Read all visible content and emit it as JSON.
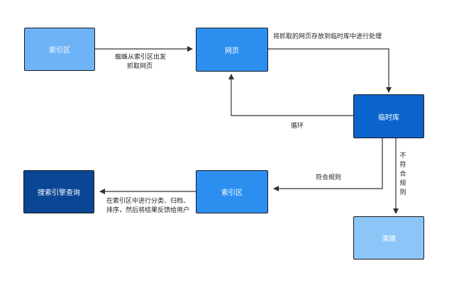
{
  "colors": {
    "light_blue": "#6fb3f7",
    "mid_blue": "#2c8ff0",
    "dark_blue": "#0b63cc",
    "navy": "#0a4694",
    "pale_blue": "#8cc6f9",
    "border": "#1a1a1a",
    "arrow": "#333333"
  },
  "nodes": {
    "index_top": "索引区",
    "web_page": "网页",
    "temp_store": "临时库",
    "index_bottom": "索引区",
    "search_query": "搜索引擎查询",
    "cleanup": "清理"
  },
  "edges": {
    "spider_line1": "蜘蛛从索引区出发",
    "spider_line2": "抓取网页",
    "store_label": "将抓取的网页存放到临时库中进行处理",
    "loop_label": "循环",
    "match_label": "符合规则",
    "not_match_label": "不符合规则",
    "process_line1": "在索引区中进行分类、归档、",
    "process_line2": "排序，然后将结果反馈给用户"
  }
}
